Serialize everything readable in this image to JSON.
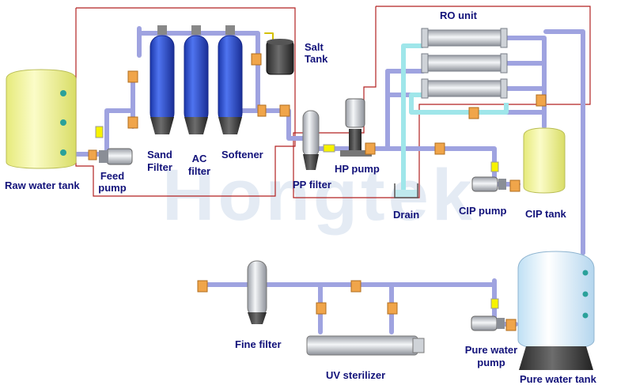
{
  "watermark": "Hongtek",
  "labels": {
    "raw_water_tank": "Raw water tank",
    "feed_pump_1": "Feed",
    "feed_pump_2": "pump",
    "sand_filter_1": "Sand",
    "sand_filter_2": "Filter",
    "ac_filter_1": "AC",
    "ac_filter_2": "filter",
    "softener": "Softener",
    "salt_tank_1": "Salt",
    "salt_tank_2": "Tank",
    "pp_filter": "PP filter",
    "hp_pump": "HP pump",
    "ro_unit": "RO unit",
    "drain": "Drain",
    "cip_pump": "CIP pump",
    "cip_tank": "CIP tank",
    "fine_filter": "Fine filter",
    "uv_sterilizer": "UV sterilizer",
    "pure_water_pump_1": "Pure water",
    "pure_water_pump_2": "pump",
    "pure_water_tank": "Pure water tank"
  },
  "colors": {
    "label_text": "#12127a",
    "pipe": "#9fa3e0",
    "pipe_edge": "#6a6fbf",
    "cyan_pipe": "#9fe6ea",
    "red_outline": "#b22222",
    "vessel_blue": "#2b4fd6",
    "tank_yellow": "#f2f5a0",
    "valve_orange": "#f0a54a",
    "watermark": "#cfdcec"
  }
}
